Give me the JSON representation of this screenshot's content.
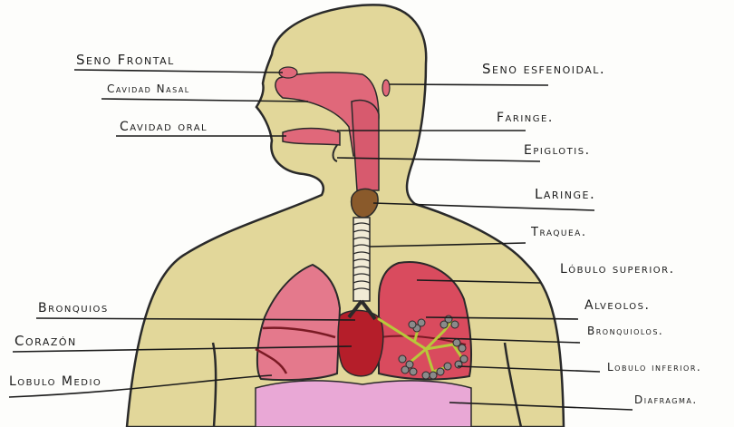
{
  "diagram": {
    "labels": {
      "seno_frontal": "Seno Frontal",
      "cavidad_nasal": "Cavidad Nasal",
      "cavidad_oral": "Cavidad oral",
      "bronquios": "Bronquios",
      "corazon": "Corazón",
      "lobulo_medio": "Lobulo Medio",
      "seno_esfenoidal": "Seno esfenoidal.",
      "faringe": "Faringe.",
      "epiglotis": "Epiglotis.",
      "laringe": "Laringe.",
      "traquea": "Traquea.",
      "lobulo_superior": "Lóbulo superior.",
      "alveolos": "Alveolos.",
      "bronquiolos": "Bronquiolos.",
      "lobulo_inferior": "Lobulo inferior.",
      "diafragma": "Diafragma."
    },
    "colors": {
      "skin": "#e2d79a",
      "airway": "#e0687a",
      "lung_left": "#e4798c",
      "lung_right": "#d94b5e",
      "heart": "#b51e2a",
      "larynx": "#8a5a2b",
      "diaphragm": "#e9a8d6",
      "bronchioles": "#b7c93a",
      "alveoli": "#6a6a6a",
      "ink": "#1b1b1b"
    }
  }
}
